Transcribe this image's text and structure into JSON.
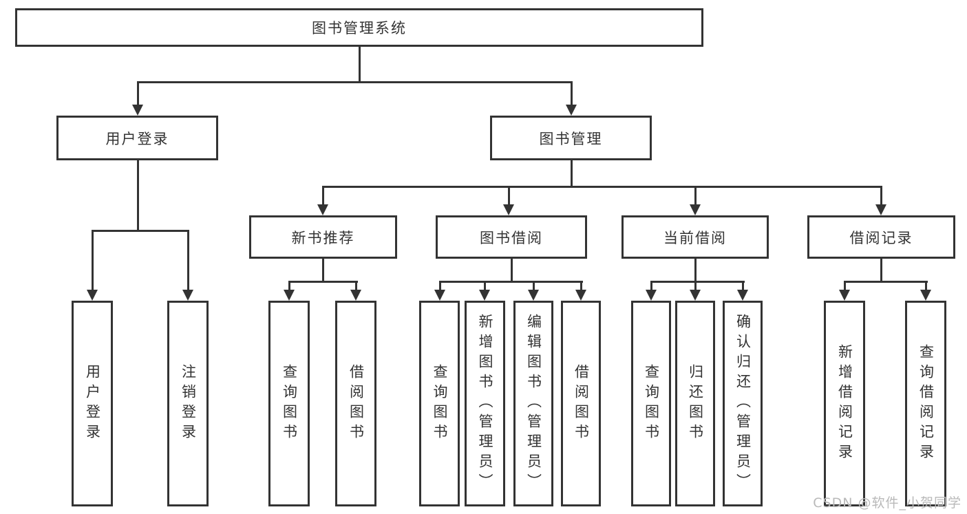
{
  "diagram": {
    "type": "hierarchy-tree",
    "colors": {
      "line": "#333333",
      "text": "#333333",
      "box_bg": "#ffffff",
      "watermark": "#b9b9b9",
      "background": "#ffffff"
    },
    "nodes": {
      "root": "图书管理系统",
      "user_login": "用户登录",
      "book_mgmt": "图书管理",
      "new_books": "新书推荐",
      "book_borrow": "图书借阅",
      "current_borrow": "当前借阅",
      "borrow_records": "借阅记录"
    },
    "leaves": {
      "user_login": [
        "用户登录",
        "注销登录"
      ],
      "new_books": [
        "查询图书",
        "借阅图书"
      ],
      "book_borrow": [
        "查询图书",
        "新增图书（管理员）",
        "编辑图书（管理员）",
        "借阅图书"
      ],
      "current_borrow": [
        "查询图书",
        "归还图书",
        "确认归还（管理员）"
      ],
      "borrow_records": [
        "新增借阅记录",
        "查询借阅记录"
      ]
    },
    "watermark": "CSDN @软件_小贺同学"
  }
}
